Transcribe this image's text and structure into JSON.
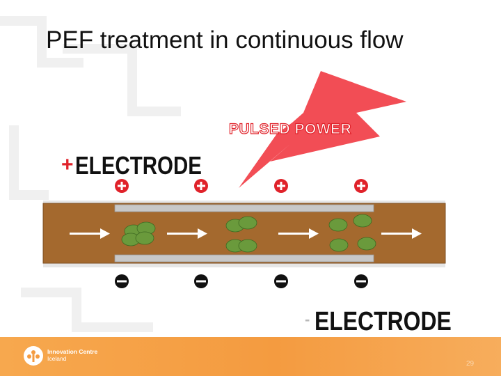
{
  "slide": {
    "title": "PEF treatment in continuous flow",
    "page_number": "29"
  },
  "diagram": {
    "power_label": "PULSED POWER",
    "top_electrode_label": "ELECTRODE",
    "bottom_electrode_label": "ELECTRODE",
    "top_electrode_sign": "+",
    "bottom_electrode_sign": "-",
    "plus_symbol": "+",
    "minus_symbol": "−"
  },
  "footer": {
    "logo_line1": "Innovation Centre",
    "logo_line2": "Iceland"
  },
  "colors": {
    "pipe_fill": "#a4692e",
    "cell_fill": "#6a9a3c",
    "bolt_fill": "#f24d55",
    "label_red": "#e0222a",
    "footer_orange": "#f5a04a"
  }
}
